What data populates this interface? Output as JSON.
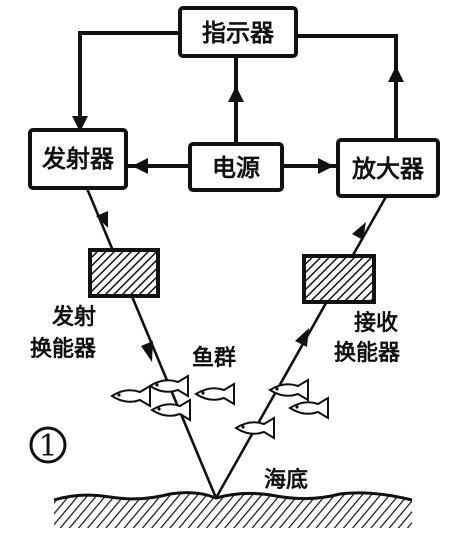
{
  "diagram": {
    "indicator_label": "指示器",
    "transmitter_label": "发射器",
    "power_label": "电源",
    "amplifier_label": "放大器",
    "transmit_transducer_label_line1": "发射",
    "transmit_transducer_label_line2": "换能器",
    "receive_transducer_label_line1": "接收",
    "receive_transducer_label_line2": "换能器",
    "fish_school_label": "鱼群",
    "seabed_label": "海底",
    "figure_number": "1"
  }
}
